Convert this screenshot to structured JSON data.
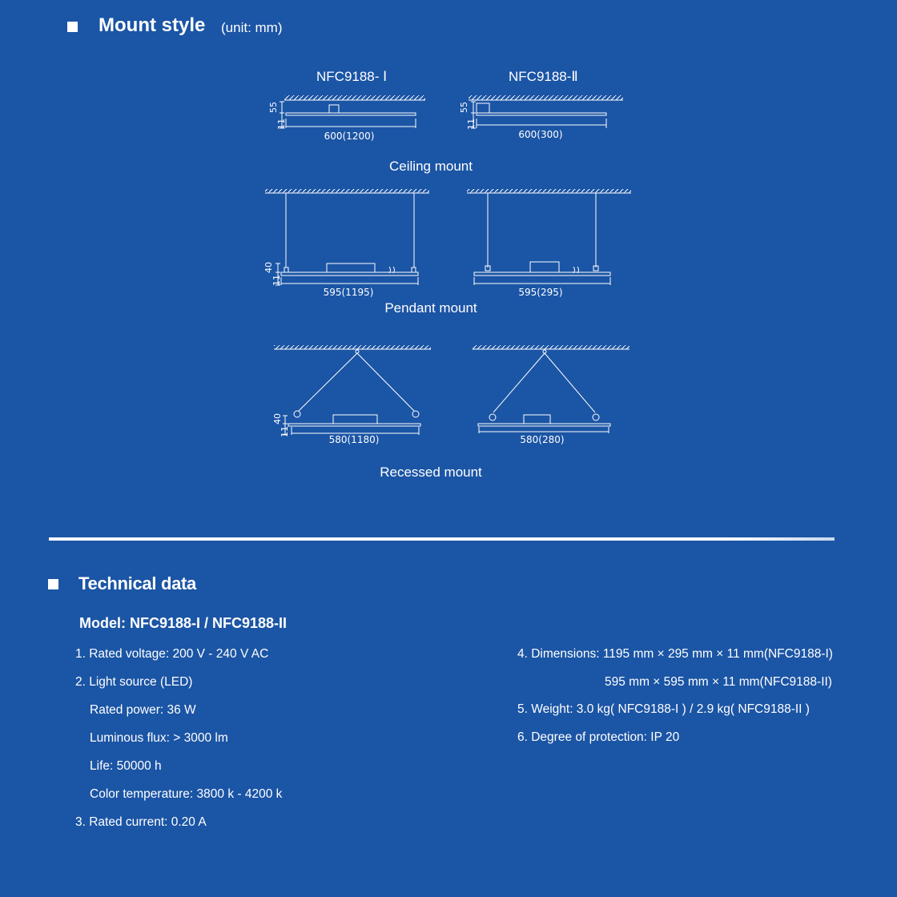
{
  "mount_section": {
    "title": "Mount style",
    "unit": "(unit: mm)",
    "models": [
      "NFC9188- Ⅰ",
      "NFC9188-Ⅱ"
    ],
    "ceiling": {
      "caption": "Ceiling mount",
      "left": {
        "dim_width": "600(1200)",
        "dim_top": "55",
        "dim_bottom": "11"
      },
      "right": {
        "dim_width": "600(300)",
        "dim_top": "55",
        "dim_bottom": "11"
      }
    },
    "pendant": {
      "caption": "Pendant mount",
      "left": {
        "dim_width": "595(1195)",
        "dim_top": "40",
        "dim_bottom": "11"
      },
      "right": {
        "dim_width": "595(295)"
      }
    },
    "recessed": {
      "caption": "Recessed mount",
      "left": {
        "dim_width": "580(1180)",
        "dim_top": "40",
        "dim_bottom": "11"
      },
      "right": {
        "dim_width": "580(280)"
      }
    }
  },
  "tech_section": {
    "title": "Technical data",
    "model_line": "Model: NFC9188-I / NFC9188-II",
    "specs_left": [
      "1. Rated voltage: 200 V - 240 V AC",
      "2. Light source (LED)",
      "Rated power: 36 W",
      "Luminous flux: > 3000 lm",
      "Life: 50000 h",
      "Color temperature: 3800 k - 4200 k",
      "3. Rated current: 0.20 A"
    ],
    "specs_right": [
      "4. Dimensions:  1195 mm × 295 mm × 11 mm(NFC9188-I)",
      "595 mm × 595 mm × 11 mm(NFC9188-II)",
      "5. Weight: 3.0 kg(  NFC9188-I  ) / 2.9 kg( NFC9188-II  )",
      "6. Degree of protection: IP 20"
    ]
  },
  "colors": {
    "background": "#1b55a5",
    "foreground": "#ffffff"
  }
}
